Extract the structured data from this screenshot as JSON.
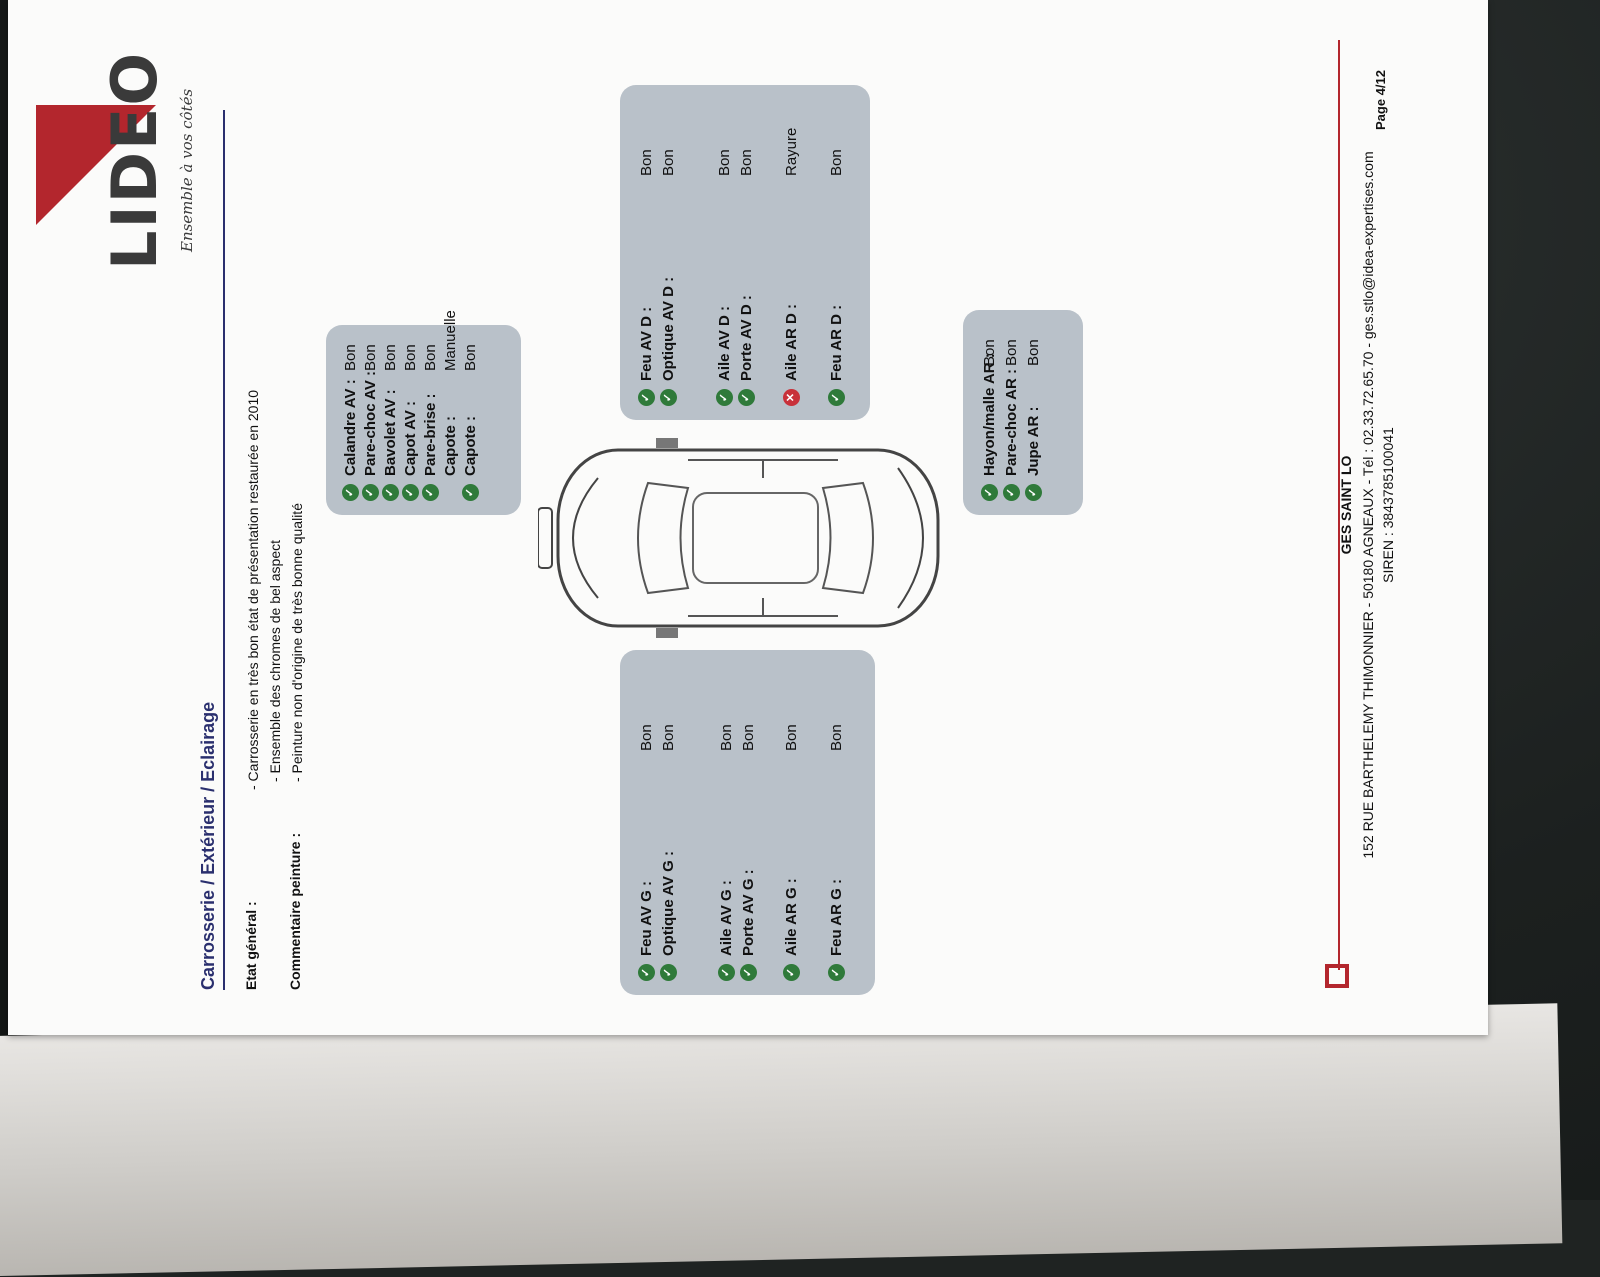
{
  "header": {
    "logo_text": "LIDEO",
    "tagline": "Ensemble à vos côtés"
  },
  "section": {
    "title": "Carrosserie / Extérieur / Eclairage"
  },
  "meta": {
    "etat_label": "Etat général :",
    "etat_value": "- Carrosserie en très bon état de présentation restaurée en 2010",
    "chromes_value": "- Ensemble des chromes de bel aspect",
    "peinture_label": "Commentaire peinture :",
    "peinture_value": "- Peinture non d'origine de très bonne qualité"
  },
  "panels": {
    "front": [
      {
        "label": "Calandre AV :",
        "value": "Bon",
        "status": "ok"
      },
      {
        "label": "Pare-choc AV :",
        "value": "Bon",
        "status": "ok"
      },
      {
        "label": "Bavolet AV :",
        "value": "Bon",
        "status": "ok"
      },
      {
        "label": "Capot AV :",
        "value": "Bon",
        "status": "ok"
      },
      {
        "label": "Pare-brise :",
        "value": "Bon",
        "status": "ok"
      },
      {
        "label": "Capote :",
        "value": "Manuelle",
        "status": "none"
      },
      {
        "label": "Capote :",
        "value": "Bon",
        "status": "ok"
      }
    ],
    "left": [
      {
        "label": "Feu AV G :",
        "value": "Bon",
        "status": "ok"
      },
      {
        "label": "Optique AV G :",
        "value": "Bon",
        "status": "ok"
      },
      {
        "label": "Aile AV G :",
        "value": "Bon",
        "status": "ok"
      },
      {
        "label": "Porte AV G :",
        "value": "Bon",
        "status": "ok"
      },
      {
        "label": "Aile AR G :",
        "value": "Bon",
        "status": "ok"
      },
      {
        "label": "Feu AR G :",
        "value": "Bon",
        "status": "ok"
      }
    ],
    "right": [
      {
        "label": "Feu AV D :",
        "value": "Bon",
        "status": "ok"
      },
      {
        "label": "Optique AV D :",
        "value": "Bon",
        "status": "ok"
      },
      {
        "label": "Aile AV D :",
        "value": "Bon",
        "status": "ok"
      },
      {
        "label": "Porte AV D :",
        "value": "Bon",
        "status": "ok"
      },
      {
        "label": "Aile AR D :",
        "value": "Rayure",
        "status": "ko"
      },
      {
        "label": "Feu AR D :",
        "value": "Bon",
        "status": "ok"
      }
    ],
    "rear": [
      {
        "label": "Hayon/malle AR :",
        "value": "Bon",
        "status": "ok"
      },
      {
        "label": "Pare-choc AR :",
        "value": "Bon",
        "status": "ok"
      },
      {
        "label": "Jupe AR :",
        "value": "Bon",
        "status": "ok"
      }
    ]
  },
  "footer": {
    "company": "GES SAINT LO",
    "address": "152 RUE BARTHELEMY THIMONNIER - 50180 AGNEAUX - Tél : 02.33.72.65.70 - ges.stlo@idea-expertises.com",
    "siren": "SIREN : 384378510​0041",
    "page": "Page 4/12"
  },
  "colors": {
    "brand_red": "#b3262d",
    "title_blue": "#2a2f6e",
    "panel_gray": "#b9c1c9",
    "ok_green": "#2f7a3a",
    "ko_red": "#c8313a"
  },
  "icons": {
    "ok": "check-circle-icon",
    "ko": "x-circle-icon"
  }
}
